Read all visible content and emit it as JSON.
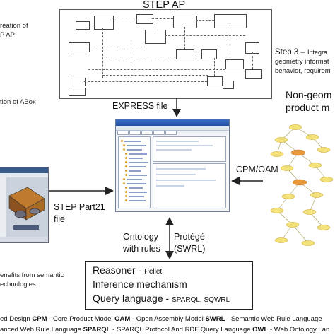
{
  "titles": {
    "step_ap": "STEP AP",
    "express_file": "EXPRESS file",
    "step_part21": "STEP Part21",
    "step_part21_file": "file",
    "cpm_oam": "CPM/OAM",
    "ontology_with_rules_1": "Ontology",
    "ontology_with_rules_2": "with rules",
    "protege_1": "Protégé",
    "protege_2": "(SWRL)"
  },
  "left_notes": {
    "creation_1": "reation of",
    "creation_2": "P AP",
    "abox": "tion of  ABox",
    "benefits_1": "enefits from semantic",
    "benefits_2": "echnologies"
  },
  "right_notes": {
    "step3_label": "Step 3",
    "step3_dash": " – ",
    "step3_rest": "Integra",
    "line2": "geometry informat",
    "line3": "behavior, requirem",
    "non_geom_1": "Non-geom",
    "non_geom_2": "product m"
  },
  "reasoner": {
    "reasoner_label": "Reasoner - ",
    "reasoner_sub": "Pellet",
    "inference": "Inference mechanism",
    "query_label": "Query language - ",
    "query_sub": "SPARQL, SQWRL"
  },
  "bottom_text": {
    "line1_a": "ed Design ",
    "line1_cpm": "CPM",
    "line1_b": " - Core Product Model ",
    "line1_oam": "OAM",
    "line1_c": " - Open Assembly Model ",
    "line1_swrl": "SWRL",
    "line1_d": " - Semantic Web Rule Language",
    "line2_a": "anced Web Rule Language ",
    "line2_sparql": "SPARQL",
    "line2_b": " - SPARQL Protocol And RDF Query Language ",
    "line2_owl": "OWL",
    "line2_c": " - Web Ontology Lan"
  },
  "colors": {
    "arrow": "#222222",
    "graph_node": "#f3e27a",
    "graph_node_stroke": "#c9a21c",
    "graph_node_hot": "#e8993a",
    "protege_titlebar": "#2f5fb3"
  }
}
